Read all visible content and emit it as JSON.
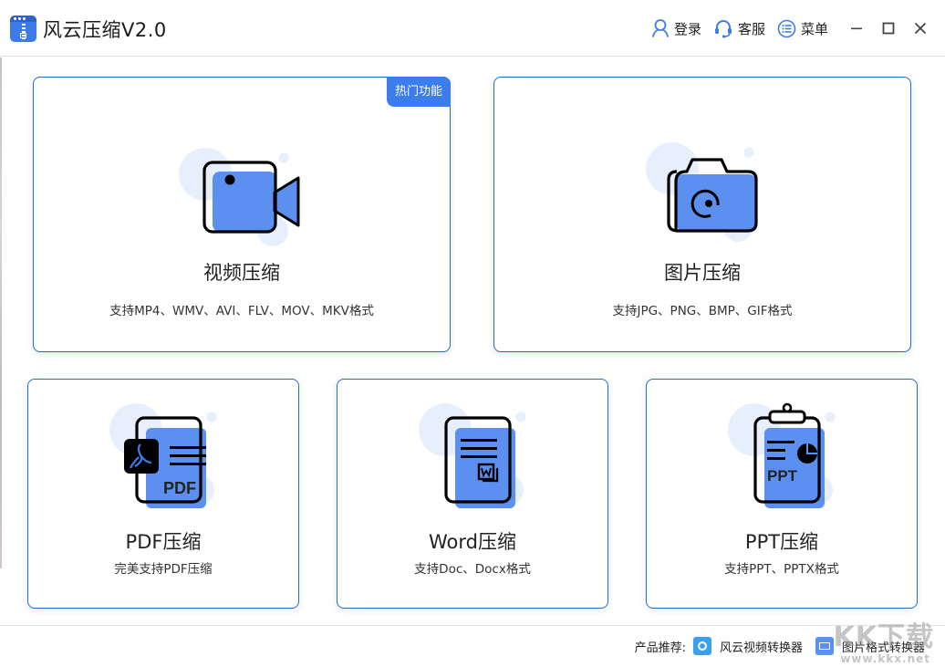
{
  "app": {
    "title": "风云压缩V2.0",
    "logo_icon": "zip-archive-icon"
  },
  "header": {
    "login_label": "登录",
    "service_label": "客服",
    "menu_label": "菜单",
    "icons": {
      "login": "user-icon",
      "service": "headset-icon",
      "menu": "list-icon",
      "minimize": "minimize-icon",
      "maximize": "maximize-icon",
      "close": "close-icon"
    }
  },
  "cards": [
    {
      "id": "video",
      "title": "视频压缩",
      "desc": "支持MP4、WMV、AVI、FLV、MOV、MKV格式",
      "badge": "热门功能",
      "icon": "video-camera-icon"
    },
    {
      "id": "image",
      "title": "图片压缩",
      "desc": "支持JPG、PNG、BMP、GIF格式",
      "icon": "camera-icon"
    },
    {
      "id": "pdf",
      "title": "PDF压缩",
      "desc": "完美支持PDF压缩",
      "icon": "pdf-document-icon",
      "icon_text": "PDF"
    },
    {
      "id": "word",
      "title": "Word压缩",
      "desc": "支持Doc、Docx格式",
      "icon": "word-document-icon"
    },
    {
      "id": "ppt",
      "title": "PPT压缩",
      "desc": "支持PPT、PPTX格式",
      "icon": "ppt-clipboard-icon",
      "icon_text": "PPT"
    }
  ],
  "footer": {
    "recommend_label": "产品推荐:",
    "products": [
      {
        "label": "风云视频转换器",
        "icon": "video-converter-icon"
      },
      {
        "label": "图片格式转换器",
        "icon": "image-converter-icon"
      }
    ]
  },
  "watermark": {
    "text": "KK下载",
    "url": "www.kkx.net"
  },
  "colors": {
    "accent": "#3b7deb",
    "card_border": "#1f6fc9",
    "icon_fill": "#5b8ff0",
    "icon_bubble": "#e8effc",
    "text": "#222222"
  }
}
